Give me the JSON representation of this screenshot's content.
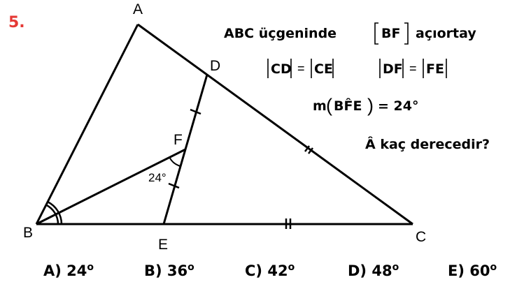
{
  "question_number": "5.",
  "points": {
    "A": "A",
    "B": "B",
    "C": "C",
    "D": "D",
    "E": "E",
    "F": "F"
  },
  "angle_label": "24°",
  "statement": {
    "line1_prefix": "ABC üçgeninde",
    "line1_segment": "BF",
    "line1_suffix": "açıortay",
    "eq1_left": "CD",
    "eq1_right": "CE",
    "eq2_left": "DF",
    "eq2_right": "FE",
    "measure_m": "m",
    "measure_angle": "BF̂E",
    "measure_value": "= 24°",
    "question": "Â kaç derecedir?"
  },
  "choices": [
    {
      "label": "A)",
      "value": "24"
    },
    {
      "label": "B)",
      "value": "36"
    },
    {
      "label": "C)",
      "value": "42"
    },
    {
      "label": "D)",
      "value": "48"
    },
    {
      "label": "E)",
      "value": "60"
    }
  ],
  "degree_symbol": "o"
}
